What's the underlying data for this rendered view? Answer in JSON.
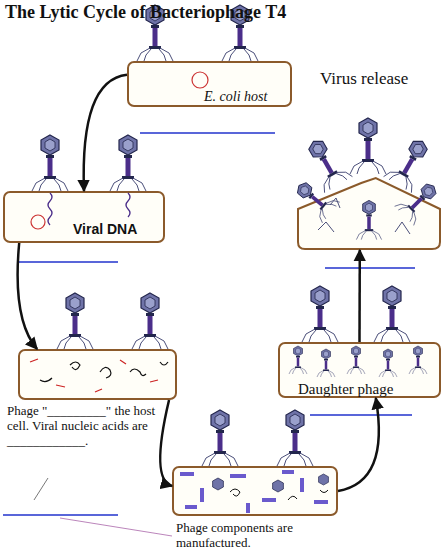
{
  "diagram": {
    "title": "The Lytic Cycle of Bacteriophage T4",
    "nodes": [
      {
        "text": [
          "E. coli host"
        ]
      },
      {
        "text": [
          "Viral DNA"
        ]
      },
      {
        "text": [
          "Phage \"_________\" the host cell. Viral nucleic acids are ____________."
        ]
      },
      {
        "text": [
          "Phage components are manufactured."
        ]
      },
      {
        "text": [
          "Daughter phage"
        ]
      },
      {
        "text": [
          "Virus release"
        ]
      }
    ],
    "edges": [
      {
        "from": 0,
        "to": 1,
        "arrow": "to"
      },
      {
        "from": 1,
        "to": 2,
        "arrow": "to"
      },
      {
        "from": 2,
        "to": 3,
        "arrow": "to"
      },
      {
        "from": 3,
        "to": 4,
        "arrow": "to"
      },
      {
        "from": 4,
        "to": 5,
        "arrow": "to"
      }
    ]
  }
}
